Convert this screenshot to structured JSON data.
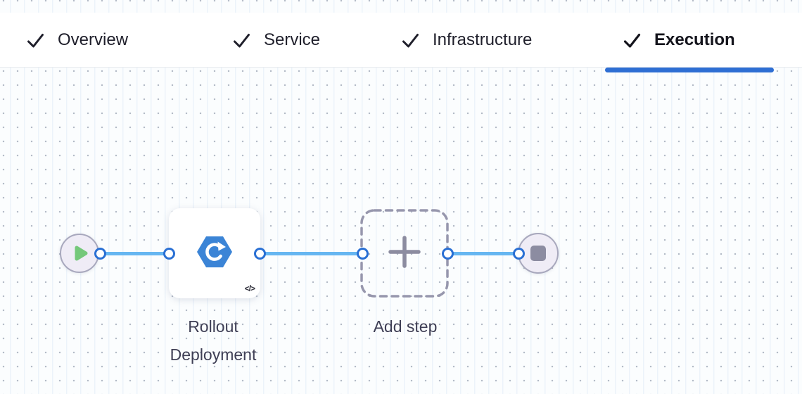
{
  "header": {
    "tabs": [
      {
        "label": "Overview",
        "state": "completed",
        "active": false
      },
      {
        "label": "Service",
        "state": "completed",
        "active": false
      },
      {
        "label": "Infrastructure",
        "state": "completed",
        "active": false
      },
      {
        "label": "Execution",
        "state": "completed",
        "active": true
      }
    ]
  },
  "pipeline": {
    "start_node": {
      "icon": "play-icon"
    },
    "step_node": {
      "label": "Rollout Deployment",
      "icon": "rollout-deployment-icon",
      "code_badge": "</>"
    },
    "add_step_node": {
      "label": "Add step",
      "icon": "plus-icon"
    },
    "end_node": {
      "icon": "stop-icon"
    },
    "edge_count": 3
  },
  "colors": {
    "accent_blue": "#2e6ed3",
    "edge_blue": "#66b6f1",
    "connector_blue": "#2a70d4",
    "step_icon_blue": "#3b84d6",
    "play_green": "#74c87a",
    "terminal_node_fill": "#efecf6",
    "terminal_node_border": "#a8a8bd",
    "stop_gray": "#8c8ca1",
    "dashed_border_gray": "#9797ad",
    "label_color": "#3f3f55"
  }
}
